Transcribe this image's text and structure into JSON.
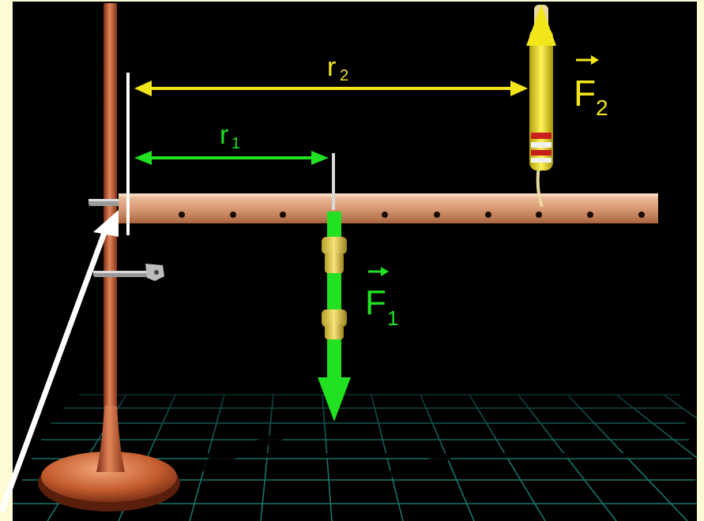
{
  "colors": {
    "page_background": "#fdfbd3",
    "video_background": "#000000",
    "r1_and_f1": "#22e022",
    "r2_and_f2": "#f2e61a",
    "lever": "#d99a73",
    "stand": "#c8643a",
    "grid": "#1f8a80",
    "pointer": "#ffffff"
  },
  "labels": {
    "r1": "r",
    "r1_sub": "1",
    "r2": "r",
    "r2_sub": "2",
    "f1": "F",
    "f1_sub": "1",
    "f2": "F",
    "f2_sub": "2"
  },
  "icons": {
    "arrow_over_force": "vector-arrow-icon",
    "pointer": "pointer-arrow-icon"
  }
}
